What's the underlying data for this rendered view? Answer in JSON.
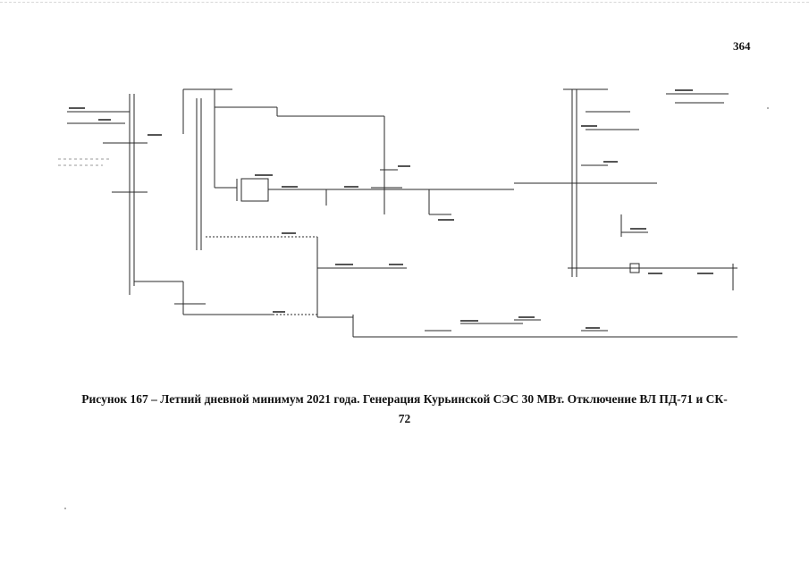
{
  "page": {
    "number": "364",
    "caption_line1": "Рисунок 167 – Летний дневной минимум 2021 года. Генерация Курьинской СЭС 30 МВт. Отключение ВЛ ПД-71 и СК-",
    "caption_line2": "72"
  },
  "colors": {
    "ink": "#111111",
    "line": "#2a2a2a",
    "faint": "#888888"
  }
}
